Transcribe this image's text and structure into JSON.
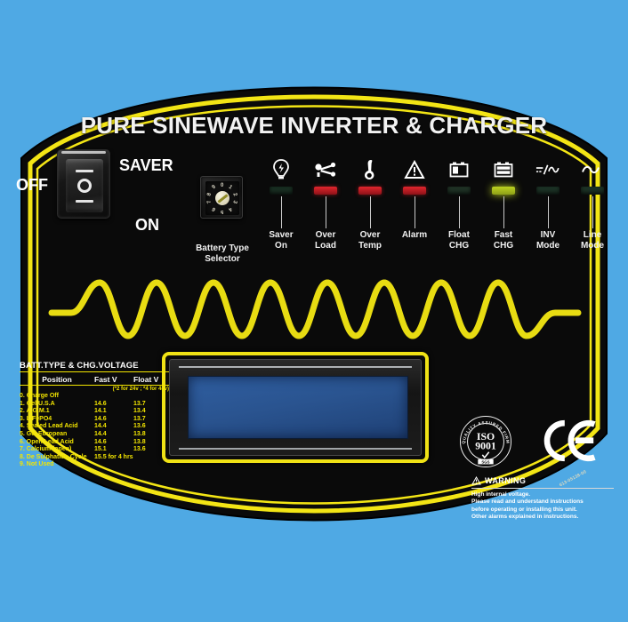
{
  "device": {
    "title": "PURE SINEWAVE INVERTER & CHARGER",
    "part_number": "613-05138-00",
    "background_color": "#4fa9e4",
    "panel_color": "#0a0a0a",
    "accent_color": "#f3e500"
  },
  "power_switch": {
    "name": "power-rocker-switch",
    "label_off": "OFF",
    "label_saver": "SAVER",
    "label_on": "ON",
    "glyph": "O"
  },
  "battery_selector": {
    "label": "Battery Type\nSelector",
    "label_line1": "Battery Type",
    "label_line2": "Selector",
    "digits": [
      "0",
      "1",
      "2",
      "3",
      "4",
      "5",
      "6",
      "7",
      "8",
      "9"
    ],
    "selected": "0"
  },
  "leds": [
    {
      "id": "saver-on",
      "label": "Saver\nOn",
      "label_l1": "Saver",
      "label_l2": "On",
      "icon": "saver-plug-icon",
      "color": "#1e3a2a",
      "lit": false
    },
    {
      "id": "over-load",
      "label": "Over\nLoad",
      "label_l1": "Over",
      "label_l2": "Load",
      "icon": "overload-icon",
      "color": "#cc1c24",
      "lit": false
    },
    {
      "id": "over-temp",
      "label": "Over\nTemp",
      "label_l1": "Over",
      "label_l2": "Temp",
      "icon": "thermometer-icon",
      "color": "#cc1c24",
      "lit": false
    },
    {
      "id": "alarm",
      "label": "Alarm",
      "label_l1": "Alarm",
      "label_l2": "",
      "icon": "warning-triangle-icon",
      "color": "#cc1c24",
      "lit": false
    },
    {
      "id": "float-chg",
      "label": "Float\nCHG",
      "label_l1": "Float",
      "label_l2": "CHG",
      "icon": "battery-half-icon",
      "color": "#29402f",
      "lit": false
    },
    {
      "id": "fast-chg",
      "label": "Fast\nCHG",
      "label_l1": "Fast",
      "label_l2": "CHG",
      "icon": "battery-full-icon",
      "color": "#bcd221",
      "lit": true
    },
    {
      "id": "inv-mode",
      "label": "INV\nMode",
      "label_l1": "INV",
      "label_l2": "Mode",
      "icon": "dc-to-ac-icon",
      "color": "#23402f",
      "lit": false
    },
    {
      "id": "line-mode",
      "label": "Line\nMode",
      "label_l1": "Line",
      "label_l2": "Mode",
      "icon": "ac-sine-icon",
      "color": "#23402f",
      "lit": false
    }
  ],
  "lcd": {
    "name": "lcd-display",
    "screen_color": "#2a5490",
    "text": ""
  },
  "battery_table": {
    "title": "BATT.TYPE & CHG.VOLTAGE",
    "headers": [
      "Position",
      "Fast V",
      "Float V"
    ],
    "note": "(*2 for 24v ; *4 for 48v)",
    "rows": [
      {
        "position": "0. Charge Off",
        "fast": "",
        "float": ""
      },
      {
        "position": "1. Gel U.S.A",
        "fast": "14.6",
        "float": "13.7"
      },
      {
        "position": "2. A.G.M.1",
        "fast": "14.1",
        "float": "13.4"
      },
      {
        "position": "3. LiFePO4",
        "fast": "14.6",
        "float": "13.7"
      },
      {
        "position": "4. Sealed Lead Acid",
        "fast": "14.4",
        "float": "13.6"
      },
      {
        "position": "5. Gel European",
        "fast": "14.4",
        "float": "13.8"
      },
      {
        "position": "6. Open Lead Acid",
        "fast": "14.6",
        "float": "13.8"
      },
      {
        "position": "7. Calcium (open)",
        "fast": "15.1",
        "float": "13.6"
      },
      {
        "position": "8. De Sulphation Cycle",
        "fast": "15.5  for 4 hrs",
        "float": ""
      },
      {
        "position": "9. Not Used",
        "fast": "",
        "float": ""
      }
    ]
  },
  "certifications": {
    "iso": {
      "name": "iso-9001-seal",
      "standard": "ISO",
      "number": "9001",
      "arc_text": "QUALITY ASSURED FIRM",
      "body": "SGS"
    },
    "ce": {
      "name": "ce-mark",
      "text": "CE"
    }
  },
  "warning": {
    "icon": "warning-triangle-icon",
    "title": "WARNING",
    "line1": "High internal voltage.",
    "line2": "Please read and understand instructions",
    "line3": "before operating or installing this unit.",
    "line4": "Other alarms explained in instructions."
  }
}
